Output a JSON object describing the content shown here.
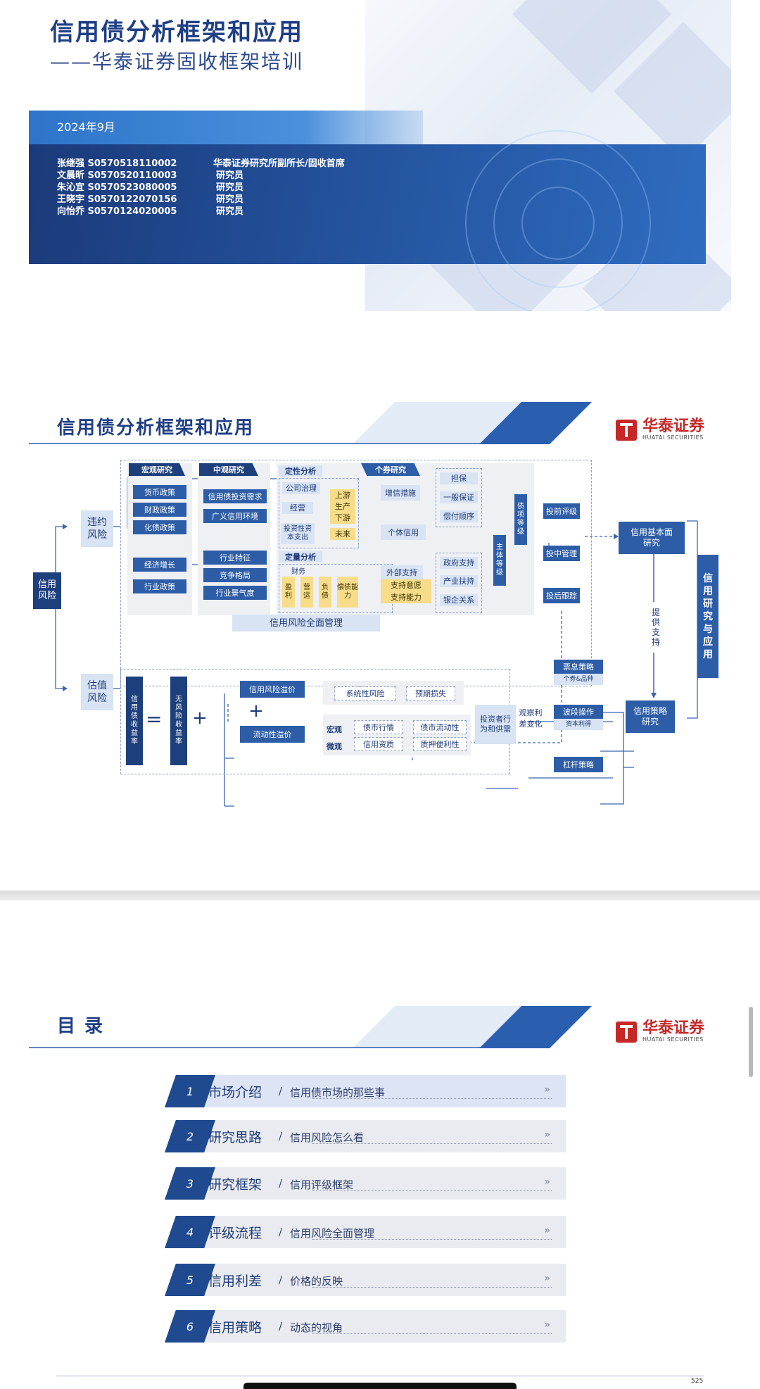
{
  "slide1": {
    "title": "信用债分析框架和应用",
    "subtitle": "——华泰证券固收框架培训",
    "date": "2024年9月",
    "authors": [
      {
        "name": "张继强 S0570518110002",
        "role": "华泰证券研究所副所长/固收首席"
      },
      {
        "name": "文晨昕 S0570520110003",
        "role": "研究员"
      },
      {
        "name": "朱沁宜 S0570523080005",
        "role": "研究员"
      },
      {
        "name": "王晓宇 S0570122070156",
        "role": "研究员"
      },
      {
        "name": "向怡乔 S0570124020005",
        "role": "研究员"
      }
    ]
  },
  "logo": {
    "cn": "华泰证券",
    "en": "HUATAI SECURITIES"
  },
  "slide2": {
    "title": "信用债分析框架和应用",
    "root": "信用风险",
    "default_risk": "违约风险",
    "valuation_risk": "估值风险",
    "macro": {
      "head": "宏观研究",
      "items": [
        "货币政策",
        "财政政策",
        "化债政策",
        "经济增长",
        "行业政策"
      ]
    },
    "meso": {
      "head": "中观研究",
      "items": [
        "信用债投资需求",
        "广义信用环境",
        "行业特征",
        "竞争格局",
        "行业景气度"
      ]
    },
    "qual": {
      "head": "定性分析",
      "items": [
        "公司治理",
        "经营",
        "投资性资本支出"
      ],
      "chain": [
        "上游",
        "生产",
        "下游",
        "未来"
      ]
    },
    "quant": {
      "head": "定量分析",
      "sub": "财务",
      "items": [
        "盈利",
        "营运",
        "负债",
        "偿债能力"
      ]
    },
    "individual": {
      "head": "个券研究",
      "enhance": "增信措施",
      "enhance_items": [
        "担保",
        "一般保证",
        "偿付顺序"
      ],
      "individual_credit": "个体信用",
      "external": "外部支持",
      "external_items": [
        "支持意愿",
        "支持能力"
      ],
      "support_items": [
        "政府支持",
        "产业扶持",
        "银企关系"
      ],
      "issuer_rating": "主体等级",
      "debt_rating": "债项等级"
    },
    "lifecycle": [
      "投前评级",
      "投中管理",
      "投后跟踪"
    ],
    "full_mgmt": "信用风险全面管理",
    "fundamental": "信用基本面研究",
    "provide": "提供支持",
    "strategy": "信用策略研究",
    "right_title": "信用研究与应用",
    "yield_formula": {
      "left": "信用债收益率",
      "eq": "=",
      "rf": "无风险收益率",
      "plus": "+",
      "credit_premium": "信用风险溢价",
      "liquidity_premium": "流动性溢价",
      "plus2": "+"
    },
    "risks": [
      "系统性风险",
      "预期损失"
    ],
    "macro_label": "宏观",
    "micro_label": "微观",
    "macro_items": [
      "债市行情",
      "债市流动性"
    ],
    "micro_items": [
      "信用资质",
      "质押便利性"
    ],
    "investor": "投资者行为和供需",
    "observe": "观察利差变化",
    "strategies": [
      {
        "name": "票息策略",
        "sub": "个券&品种"
      },
      {
        "name": "波段操作",
        "sub": "资本利得"
      },
      {
        "name": "杠杆策略",
        "sub": ""
      }
    ]
  },
  "slide3": {
    "title": "目  录",
    "items": [
      {
        "num": "1",
        "main": "市场介绍",
        "sub": "信用债市场的那些事"
      },
      {
        "num": "2",
        "main": "研究思路",
        "sub": "信用风险怎么看"
      },
      {
        "num": "3",
        "main": "研究框架",
        "sub": "信用评级框架"
      },
      {
        "num": "4",
        "main": "评级流程",
        "sub": "信用风险全面管理"
      },
      {
        "num": "5",
        "main": "信用利差",
        "sub": "价格的反映"
      },
      {
        "num": "6",
        "main": "信用策略",
        "sub": "动态的视角"
      }
    ],
    "separator": "/",
    "arrow": "»",
    "page_number": "525"
  }
}
